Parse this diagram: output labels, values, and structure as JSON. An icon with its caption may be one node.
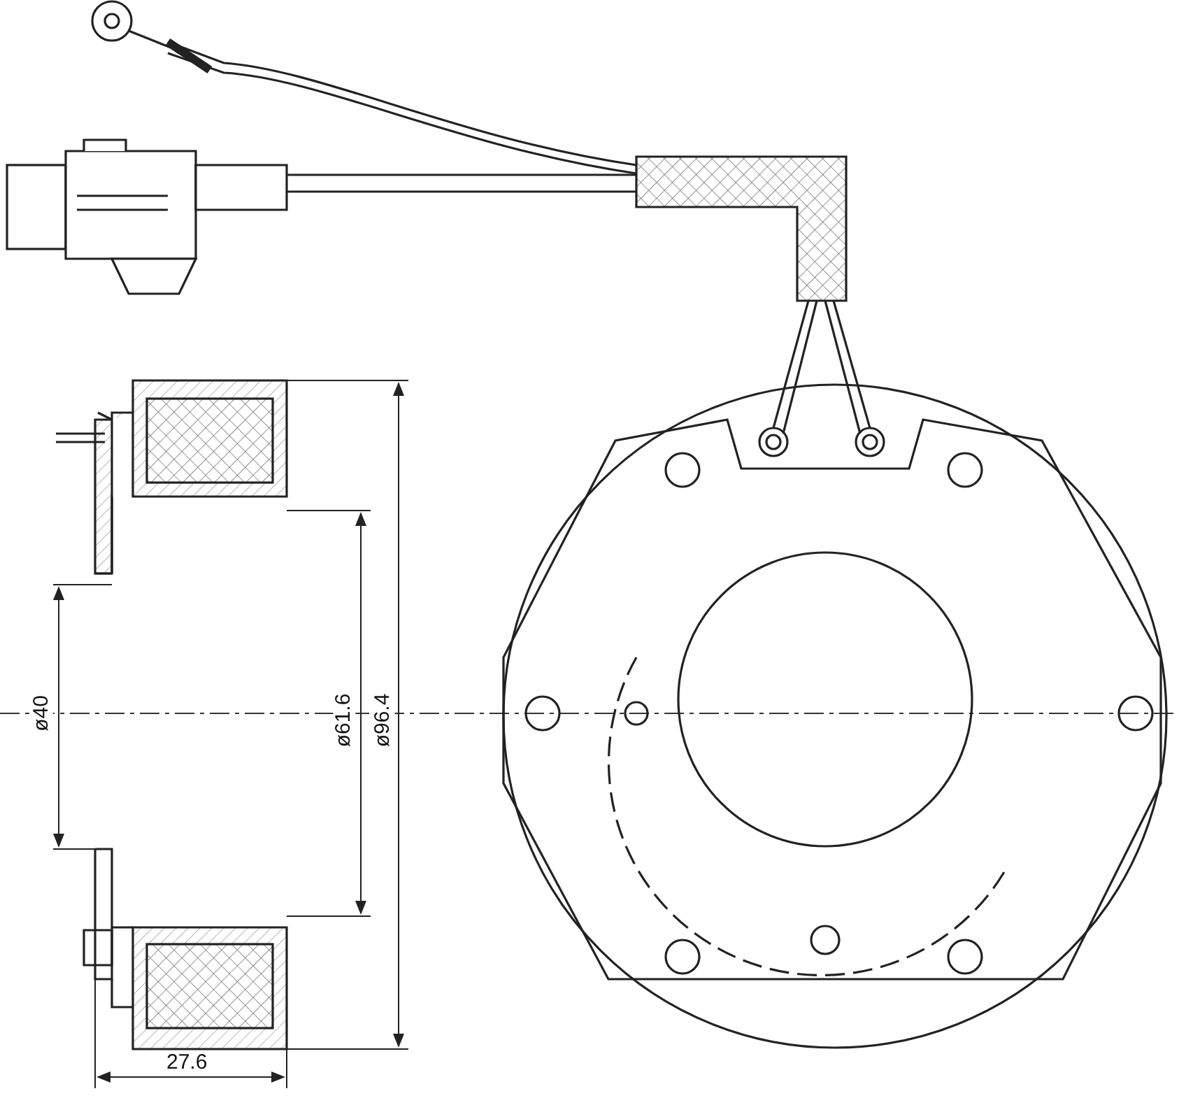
{
  "diagram": {
    "labels": [
      "ø40",
      "ø61.6",
      "ø96.4",
      "27.6"
    ]
  }
}
